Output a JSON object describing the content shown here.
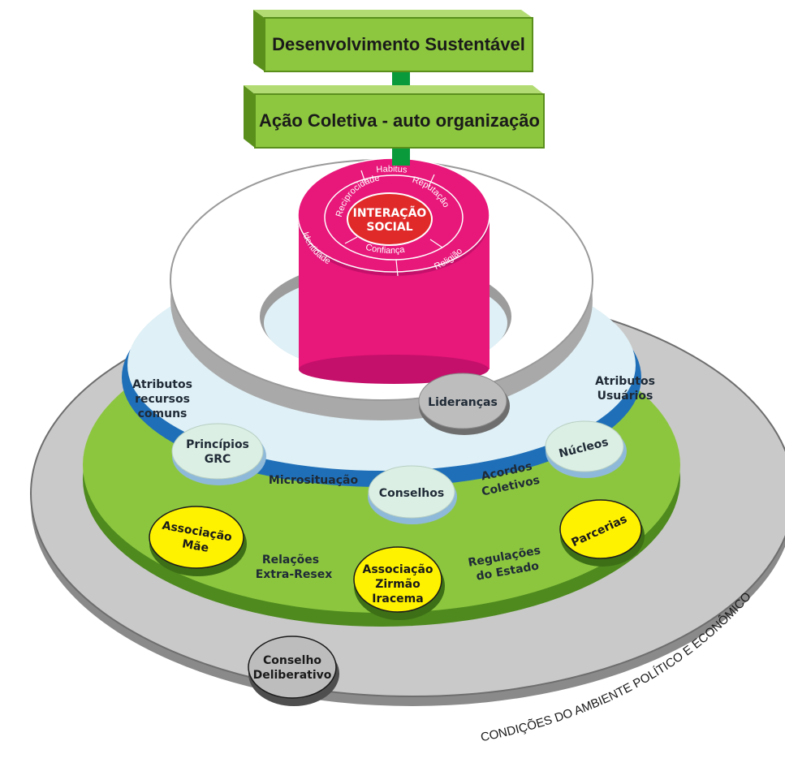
{
  "diagram": {
    "top_box": "Desenvolvimento Sustentável",
    "middle_box": "Ação Coletiva - auto organização",
    "core": {
      "center_line1": "INTERAÇÃO",
      "center_line2": "SOCIAL",
      "inner_ring": [
        "Reciprocidade",
        "Reputação",
        "Confiança"
      ],
      "outer_ring": [
        "Habitus",
        "Identidade",
        "Religião"
      ]
    },
    "light_ring": {
      "left_label_1": "Atributos",
      "left_label_2": "recursos",
      "left_label_3": "comuns",
      "right_label_1": "Atributos",
      "right_label_2": "Usuários",
      "center_label": "Microsituação",
      "agreements_1": "Acordos",
      "agreements_2": "Coletivos"
    },
    "nodes_light": {
      "principios_1": "Princípios",
      "principios_2": "GRC",
      "conselhos": "Conselhos",
      "nucleos": "Núcleos"
    },
    "node_gray_top": "Lideranças",
    "green_ring": {
      "relacoes_1": "Relações",
      "relacoes_2": "Extra-Resex",
      "regulacoes_1": "Regulações",
      "regulacoes_2": "do Estado"
    },
    "nodes_yellow": {
      "associacao_mae_1": "Associação",
      "associacao_mae_2": "Mãe",
      "zirmao_1": "Associação",
      "zirmao_2": "Zirmão",
      "zirmao_3": "Iracema",
      "parcerias": "Parcerias"
    },
    "node_gray_bottom_1": "Conselho",
    "node_gray_bottom_2": "Deliberativo",
    "outer_caption": "CONDIÇÕES DO AMBIENTE POLÍTICO E ECONÔMICO",
    "colors": {
      "box_green": "#8dc63f",
      "box_border": "#5a8f1c",
      "arrow_green": "#0a9a3c",
      "gray_ring": "#c8c8c8",
      "green_ring": "#8cc63f",
      "light_ring": "#dff0f6",
      "blue_edge": "#1f6fb8",
      "white_ring": "#ffffff",
      "cylinder": "#e8177a",
      "core_red": "#e02a2a",
      "yellow_node": "#fff200",
      "light_node": "#dcefe4",
      "gray_node": "#bdbdbd"
    }
  }
}
